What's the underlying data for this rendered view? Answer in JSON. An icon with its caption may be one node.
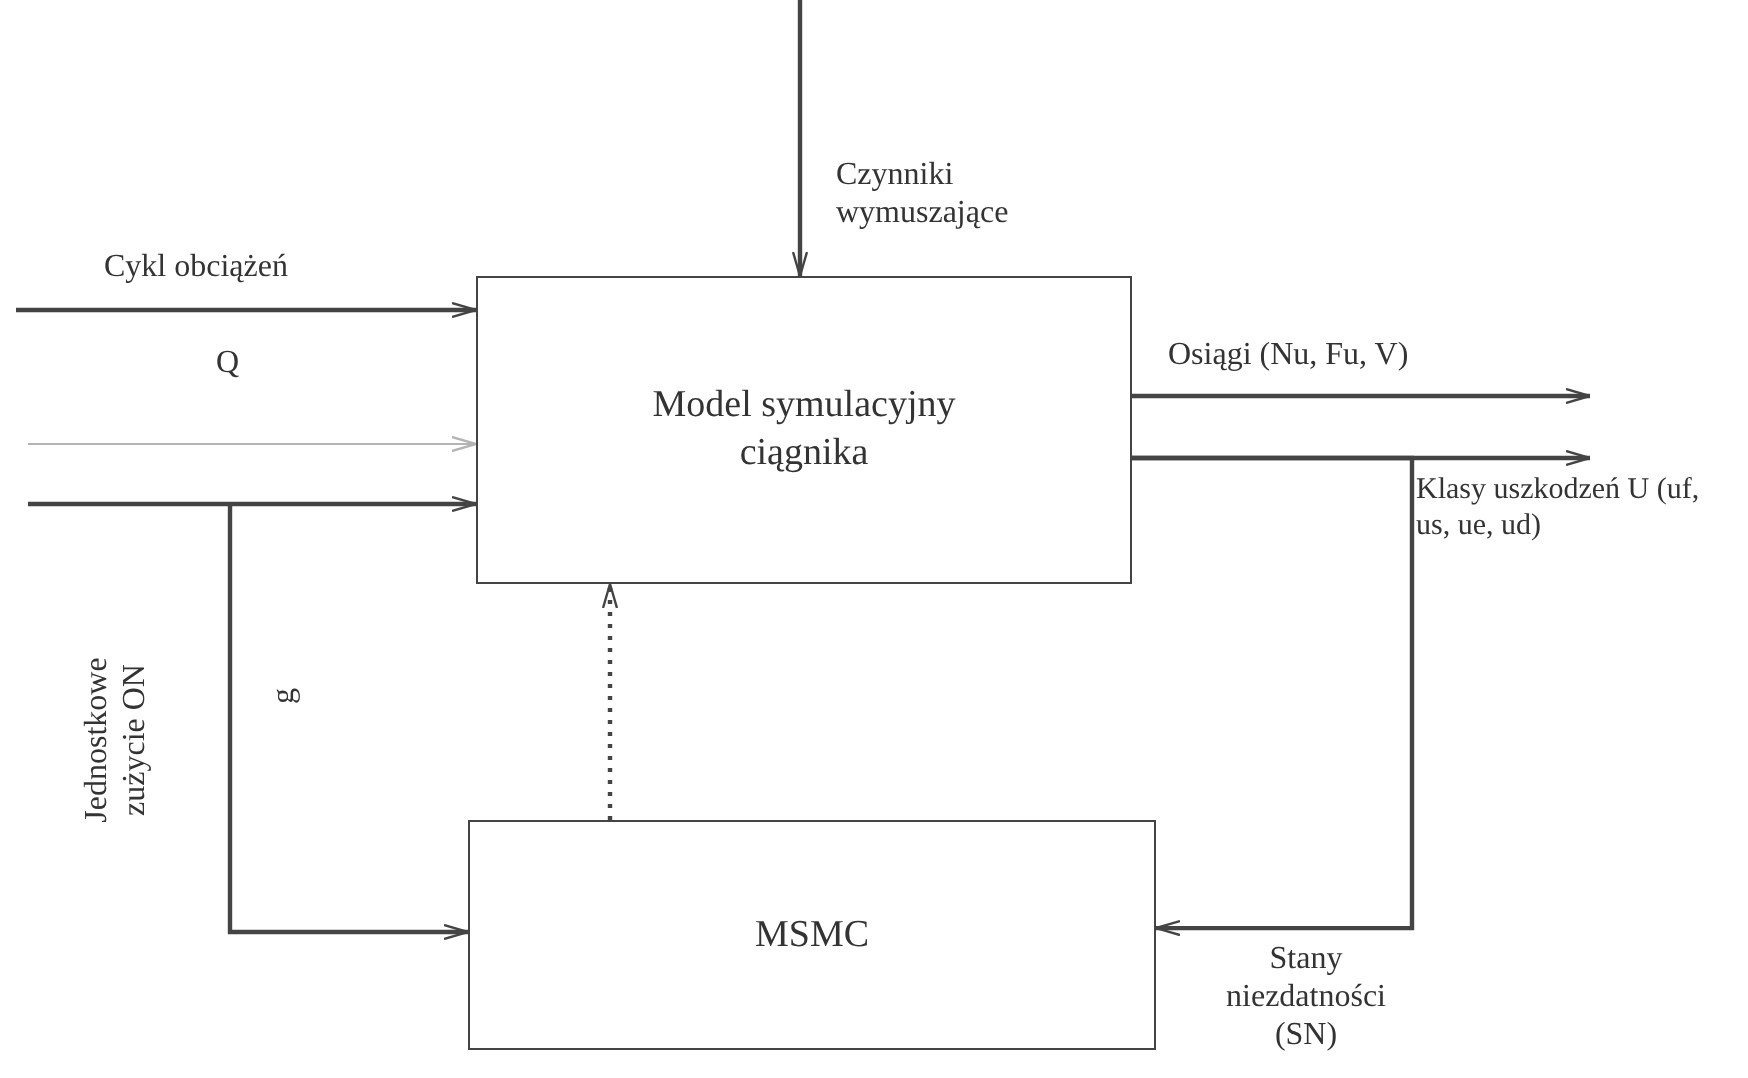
{
  "diagram": {
    "nodes": [
      {
        "text": [
          "Model symulacyjny ciągnika"
        ]
      },
      {
        "text": [
          "MSMC"
        ]
      }
    ],
    "edges": [
      {
        "from": null,
        "to": 0,
        "arrow": "to",
        "label": "Czynniki wymuszające"
      },
      {
        "from": null,
        "to": 0,
        "arrow": "to",
        "label": "Cykl obciążeń"
      },
      {
        "from": null,
        "to": 0,
        "arrow": "to",
        "label": "Q",
        "color": "#b4b4b4"
      },
      {
        "from": null,
        "to": 0,
        "arrow": "to"
      },
      {
        "from": null,
        "to": 1,
        "arrow": "to",
        "label": "Jednostkowe zużycie ON"
      },
      {
        "from": 1,
        "to": 0,
        "arrow": "to",
        "style": "dashed"
      },
      {
        "from": 0,
        "to": null,
        "arrow": "to",
        "label": "Osiągi (Nu, Fu, V)"
      },
      {
        "from": 0,
        "to": null,
        "arrow": "to",
        "label": "Klasy uszkodzeń U (uf, us, ue, ud)"
      },
      {
        "from": 0,
        "to": 1,
        "arrow": "to",
        "label": "Stany niezdatności (SN)"
      }
    ],
    "labels": [
      "g"
    ]
  }
}
